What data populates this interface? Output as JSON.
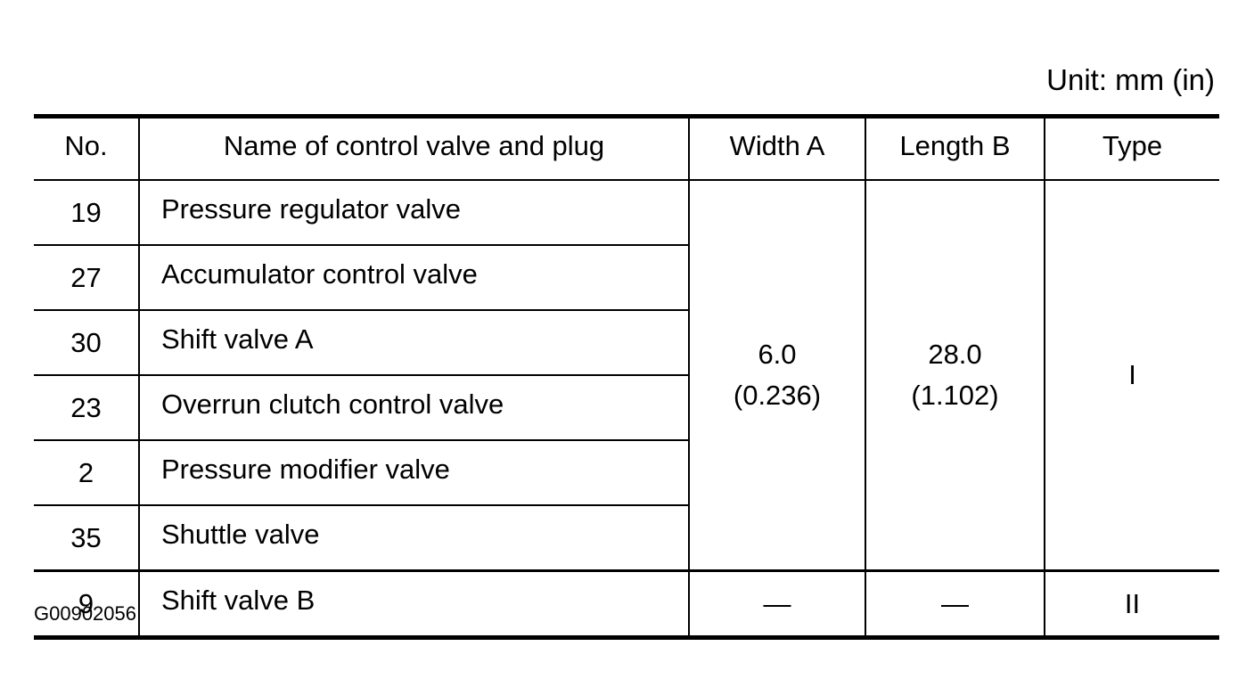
{
  "unit_label": "Unit: mm (in)",
  "table": {
    "headers": {
      "no": "No.",
      "name": "Name of control valve and plug",
      "width": "Width A",
      "length": "Length B",
      "type": "Type"
    },
    "rows": [
      {
        "no": "19",
        "name": "Pressure regulator valve"
      },
      {
        "no": "27",
        "name": "Accumulator control valve"
      },
      {
        "no": "30",
        "name": "Shift valve A"
      },
      {
        "no": "23",
        "name": "Overrun clutch control valve"
      },
      {
        "no": "2",
        "name": "Pressure modifier valve"
      },
      {
        "no": "35",
        "name": "Shuttle valve"
      },
      {
        "no": "9",
        "name": "Shift valve B"
      }
    ],
    "group1": {
      "width_mm": "6.0",
      "width_in": "(0.236)",
      "length_mm": "28.0",
      "length_in": "(1.102)",
      "type": "I"
    },
    "group2": {
      "width": "—",
      "length": "—",
      "type": "II"
    }
  },
  "figure_id": "G00902056"
}
